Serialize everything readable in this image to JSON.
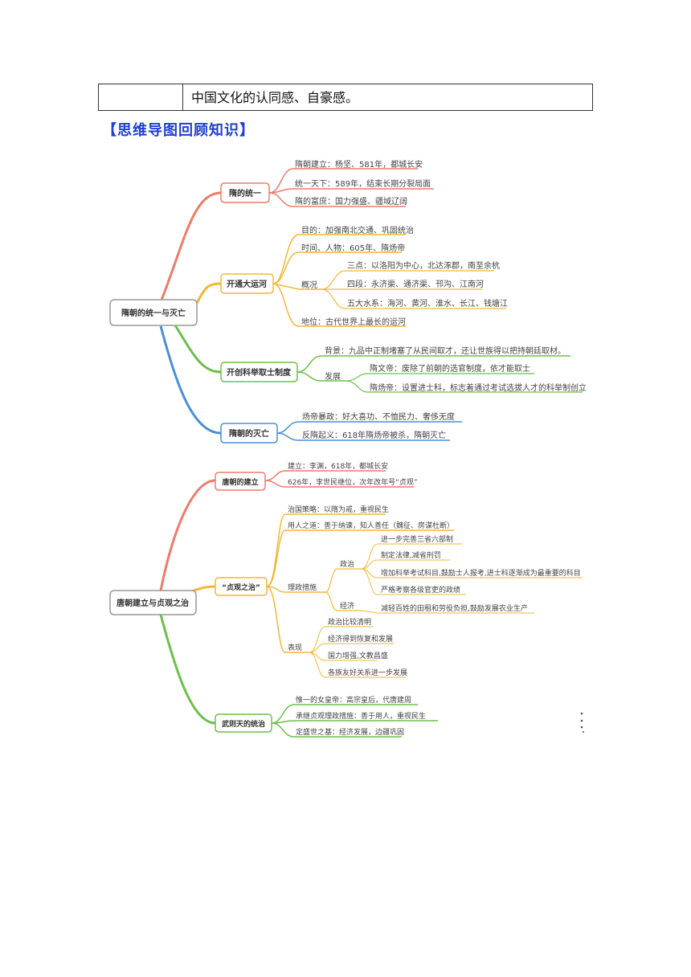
{
  "table": {
    "text": "中国文化的认同感、自豪感。"
  },
  "section_title": "【思维导图回顾知识】",
  "sui": {
    "root": "隋朝的统一与灭亡",
    "unify": {
      "label": "隋的统一",
      "items": [
        "隋朝建立：杨坚、581年，都城长安",
        "统一天下：589年，结束长期分裂局面",
        "隋的富庶：国力强盛、疆域辽阔"
      ]
    },
    "canal": {
      "label": "开通大运河",
      "purpose": "目的：加强南北交通、巩固统治",
      "time": "时间、人物：605年、隋炀帝",
      "overview": "概况",
      "points": "三点：以洛阳为中心，北达涿郡，南至余杭",
      "sections": "四段：永济渠、通济渠、邗沟、江南河",
      "rivers": "五大水系：海河、黄河、淮水、长江、钱塘江",
      "status": "地位：古代世界上最长的运河"
    },
    "exam": {
      "label": "开创科举取士制度",
      "background": "背景：九品中正制堵塞了从民间取才，还让世族得以把持朝廷取材。",
      "dev": "发展",
      "wendi": "隋文帝：废除了前朝的选官制度，依才能取士",
      "yangdi": "隋炀帝：设置进士科，标志着通过考试选拔人才的科举制创立"
    },
    "fall": {
      "label": "隋朝的灭亡",
      "tyranny": "炀帝暴政：好大喜功、不恤民力、奢侈无度",
      "revolt": "反隋起义：618年隋炀帝被杀，隋朝灭亡"
    }
  },
  "tang": {
    "root": "唐朝建立与贞观之治",
    "found": {
      "label": "唐朝的建立",
      "items": [
        "建立：李渊，618年，都城长安",
        "626年，李世民继位，次年改年号“贞观”"
      ]
    },
    "zhenguan": {
      "label": "“贞观之治”",
      "policy": "治国策略：以隋为戒，重视民生",
      "people": "用人之道：善于纳谏，知人善任（魏征、房谋杜断）",
      "measures": "理政措施",
      "politics": "政治",
      "pol_items": [
        "进一步完善三省六部制",
        "制定法律,减省刑罚",
        "增加科举考试科目,鼓励士人报考,进士科逐渐成为最重要的科目",
        "严格考察各级官吏的政绩"
      ],
      "economy": "经济",
      "eco_item": "减轻百姓的田租和劳役负担,鼓励发展农业生产",
      "show": "表现",
      "show_items": [
        "政治比较清明",
        "经济得到恢复和发展",
        "国力增强,文教昌盛",
        "各族友好关系进一步发展"
      ]
    },
    "wu": {
      "label": "武则天的统治",
      "items": [
        "惟一的女皇帝：高宗皇后，代唐建周",
        "承继贞观理政措施：善于用人，重视民生",
        "定盛世之基：经济发展，边疆巩固"
      ]
    }
  },
  "colors": {
    "red": "#ef7a6a",
    "orange": "#f5b635",
    "green": "#6cc04a",
    "blue": "#4a8fd8",
    "title": "#1f40d0"
  }
}
